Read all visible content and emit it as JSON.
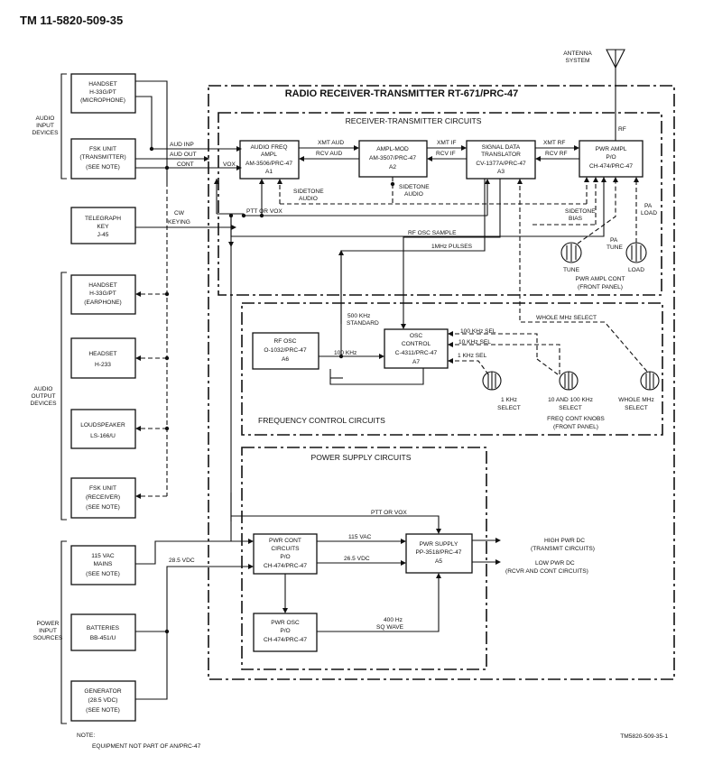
{
  "header": {
    "doc_id": "TM 11-5820-509-35"
  },
  "main_title": "RADIO RECEIVER-TRANSMITTER RT-671/PRC-47",
  "antenna_label": [
    "ANTENNA",
    "SYSTEM"
  ],
  "sections": {
    "rt_circuits": "RECEIVER-TRANSMITTER CIRCUITS",
    "freq_circuits": "FREQUENCY CONTROL CIRCUITS",
    "power_circuits": "POWER SUPPLY CIRCUITS"
  },
  "group_labels": {
    "audio_input": [
      "AUDIO",
      "INPUT",
      "DEVICES"
    ],
    "audio_output": [
      "AUDIO",
      "OUTPUT",
      "DEVICES"
    ],
    "power_input": [
      "POWER",
      "INPUT",
      "SOURCES"
    ]
  },
  "external_devices": {
    "handset_mic": [
      "HANDSET",
      "H-33G/PT",
      "(MICROPHONE)"
    ],
    "fsk_tx": [
      "FSK UNIT",
      "(TRANSMITTER)",
      "(SEE NOTE)"
    ],
    "telegraph": [
      "TELEGRAPH",
      "KEY",
      "J-45"
    ],
    "handset_ear": [
      "HANDSET",
      "H-33G/PT",
      "(EARPHONE)"
    ],
    "headset": [
      "HEADSET",
      "H-233"
    ],
    "loudspeaker": [
      "LOUDSPEAKER",
      "LS-166/U"
    ],
    "fsk_rx": [
      "FSK UNIT",
      "(RECEIVER)",
      "(SEE NOTE)"
    ],
    "mains": [
      "115 VAC",
      "MAINS",
      "(SEE NOTE)"
    ],
    "batteries": [
      "BATTERIES",
      "BB-451/U"
    ],
    "generator": [
      "GENERATOR",
      "(28.5 VDC)",
      "(SEE NOTE)"
    ]
  },
  "modules": {
    "a1": [
      "AUDIO FREQ",
      "AMPL",
      "AM-3506/PRC-47",
      "A1"
    ],
    "a2": [
      "AMPL-MOD",
      "AM-3507/PRC-47",
      "A2"
    ],
    "a3": [
      "SIGNAL DATA",
      "TRANSLATOR",
      "CV-1377A/PRC-47",
      "A3"
    ],
    "a4": [
      "PWR AMPL",
      "P/O",
      "CH-474/PRC-47"
    ],
    "a6": [
      "RF OSC",
      "O-1032/PRC-47",
      "A6"
    ],
    "a7": [
      "OSC",
      "CONTROL",
      "C-4311/PRC-47",
      "A7"
    ],
    "pwr_cont": [
      "PWR CONT",
      "CIRCUITS",
      "P/O",
      "CH-474/PRC-47"
    ],
    "a5": [
      "PWR SUPPLY",
      "PP-3518/PRC-47",
      "A5"
    ],
    "pwr_osc": [
      "PWR OSC",
      "P/O",
      "CH-474/PRC-47"
    ]
  },
  "signals": {
    "aud_inp": "AUD INP",
    "aud_out": "AUD OUT",
    "cont": "CONT",
    "vox": "VOX",
    "xmt_aud": "XMT AUD",
    "rcv_aud": "RCV AUD",
    "xmt_if": "XMT IF",
    "rcv_if": "RCV IF",
    "xmt_rf": "XMT RF",
    "rcv_rf": "RCV RF",
    "rf": "RF",
    "sidetone_audio_1": [
      "SIDETONE",
      "AUDIO"
    ],
    "sidetone_audio_2": [
      "SIDETONE",
      "AUDIO"
    ],
    "sidetone_bias": [
      "SIDETONE",
      "BIAS"
    ],
    "cw_keying": [
      "CW",
      "KEYING"
    ],
    "ptt_vox": "PTT OR VOX",
    "pa_load": [
      "PA",
      "LOAD"
    ],
    "pa_tune": [
      "PA",
      "TUNE"
    ],
    "rf_osc_sample": "RF OSC SAMPLE",
    "mhz_pulses": "1MHz PULSES",
    "std_500": [
      "500 KHz",
      "STANDARD"
    ],
    "khz_100": "100 KHz",
    "sel_100k": "100 KHz SEL",
    "sel_10k": "10 KHz SEL",
    "sel_1k": "1 KHz SEL",
    "whole_mhz_select": "WHOLE MHz SELECT",
    "ptt_vox_2": "PTT OR VOX",
    "vac_115": "115 VAC",
    "vdc_265": "26.5 VDC",
    "vdc_285": "28.5 VDC",
    "hz_400": [
      "400 Hz",
      "SQ WAVE"
    ],
    "high_pwr": [
      "HIGH PWR DC",
      "(TRANSMIT CIRCUITS)"
    ],
    "low_pwr": [
      "LOW PWR DC",
      "(RCVR AND CONT CIRCUITS)"
    ]
  },
  "controls": {
    "tune": "TUNE",
    "load": "LOAD",
    "pwr_ampl_cont": [
      "PWR AMPL CONT",
      "(FRONT PANEL)"
    ],
    "knob_1k": [
      "1 KHz",
      "SELECT"
    ],
    "knob_10_100k": [
      "10 AND 100 KHz",
      "SELECT"
    ],
    "knob_whole": [
      "WHOLE MHz",
      "SELECT"
    ],
    "freq_cont_knobs": [
      "FREQ CONT KNOBS",
      "(FRONT PANEL)"
    ]
  },
  "footer": {
    "note_label": "NOTE:",
    "note_text": "EQUIPMENT NOT PART OF AN/PRC-47",
    "fig_id": "TM5820-509-35-1"
  }
}
